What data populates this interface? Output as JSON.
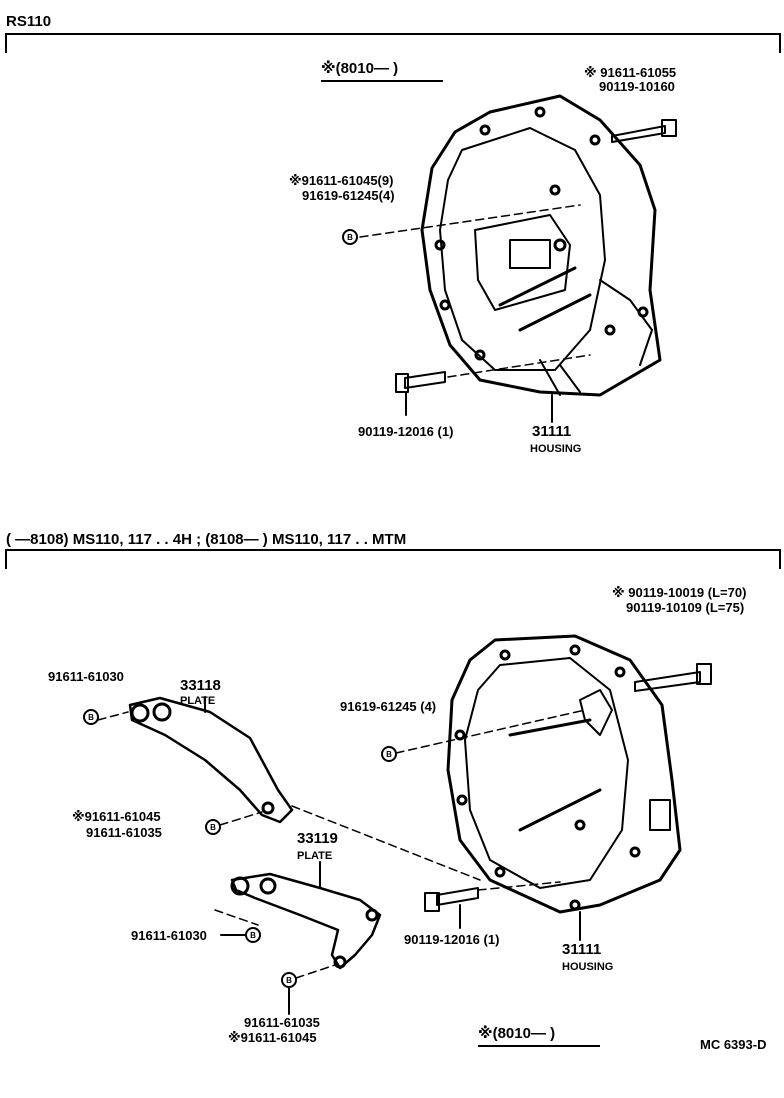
{
  "sections": [
    {
      "title": "RS110",
      "note": "※(8010—      )",
      "parts": {
        "bolt_top": [
          "※ 91611-61055",
          "90119-10160"
        ],
        "bolt_left": [
          "※91611-61045(9)",
          "91619-61245(4)"
        ],
        "bolt_bottom": "90119-12016 (1)",
        "housing_num": "31111",
        "housing_name": "HOUSING"
      }
    },
    {
      "title": "(      —8108) MS110, 117 . . 4H ; (8108—      ) MS110, 117 . . MTM",
      "parts": {
        "bolt_top": [
          "※ 90119-10019 (L=70)",
          "90119-10109 (L=75)"
        ],
        "plate1_bolt": "91611-61030",
        "plate1_num": "33118",
        "plate1_name": "PLATE",
        "housing_bolt": "91619-61245 (4)",
        "plate1_lower": [
          "※91611-61045",
          "91611-61035"
        ],
        "plate2_num": "33119",
        "plate2_name": "PLATE",
        "plate2_bolt": "91611-61030",
        "housing_bottom": "90119-12016 (1)",
        "housing_num": "31111",
        "housing_name": "HOUSING",
        "plate2_lower": [
          "91611-61035",
          "※91611-61045"
        ]
      },
      "note": "※(8010—      )"
    }
  ],
  "figure_code": "MC  6393-D"
}
